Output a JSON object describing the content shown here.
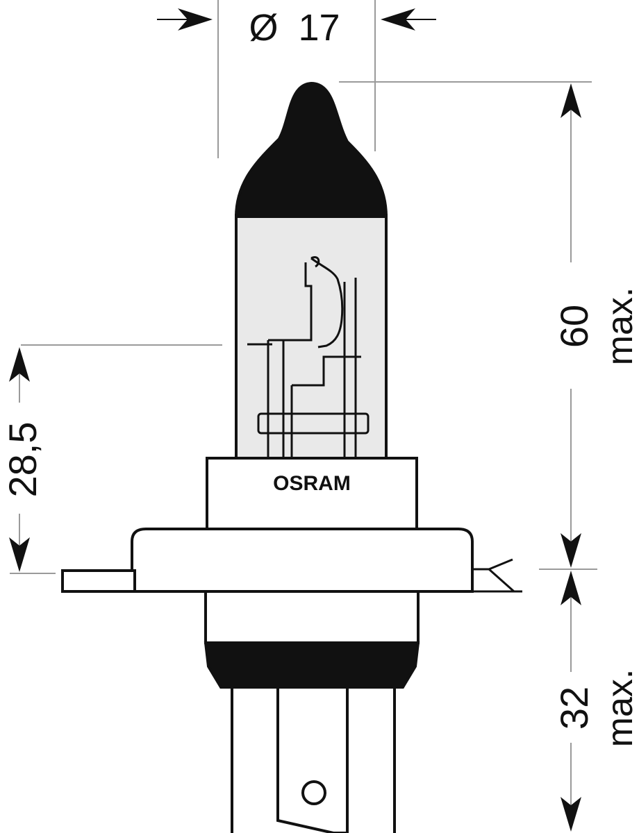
{
  "drawing": {
    "brand": "OSRAM",
    "dimensions": {
      "diameter": {
        "symbol": "Ø",
        "value": "17"
      },
      "height_top": {
        "value": "60",
        "qualifier": "max."
      },
      "height_bottom": {
        "value": "32",
        "qualifier": "max."
      },
      "focal": {
        "value": "28,5"
      }
    }
  },
  "colors": {
    "line": "#111111",
    "glass": "#e9e9e9",
    "background": "#ffffff",
    "helper_line": "#9a9a9a"
  }
}
